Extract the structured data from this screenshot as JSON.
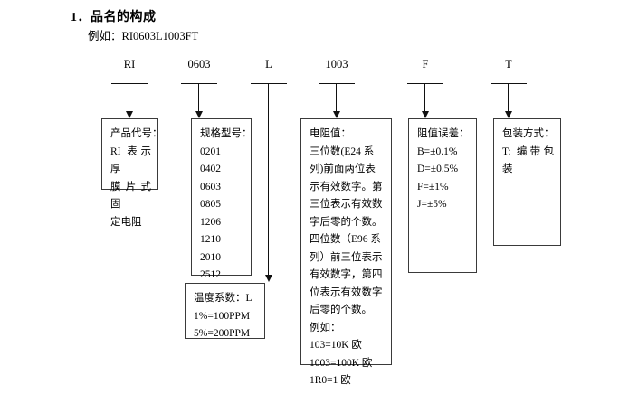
{
  "document": {
    "title": "1．品名的构成",
    "example_line": "例如：RI0603L1003FT"
  },
  "segments": [
    {
      "label": "RI",
      "name": "product-code"
    },
    {
      "label": "0603",
      "name": "size-code"
    },
    {
      "label": "L",
      "name": "temperature-coefficient-code"
    },
    {
      "label": "1003",
      "name": "resistance-value-code"
    },
    {
      "label": "F",
      "name": "tolerance-code"
    },
    {
      "label": "T",
      "name": "packaging-code"
    }
  ],
  "boxes": {
    "product_code": {
      "heading": "产品代号：",
      "lines": [
        "RI 表示厚",
        "膜片式固",
        "定电阻"
      ]
    },
    "size_code": {
      "heading": "规格型号：",
      "lines": [
        "0201",
        "0402",
        "0603",
        "0805",
        "1206",
        "1210",
        "2010",
        "2512"
      ]
    },
    "temperature_coefficient": {
      "heading": "温度系数：L",
      "lines": [
        "1%=100PPM",
        "5%=200PPM"
      ]
    },
    "resistance_value": {
      "heading": "电阻值：",
      "lines": [
        "三位数(E24 系",
        "列)前面两位表",
        "示有效数字。第",
        "三位表示有效数",
        "字后零的个数。",
        "四位数（E96 系",
        "列）前三位表示",
        "有效数字，第四",
        "位表示有效数字",
        "后零的个数。",
        "例如：",
        "103=10K 欧",
        "1003=100K 欧",
        "1R0=1 欧"
      ]
    },
    "tolerance": {
      "heading": "阻值误差：",
      "lines": [
        "B=±0.1%",
        "D=±0.5%",
        "F=±1%",
        "J=±5%"
      ]
    },
    "packaging": {
      "heading": "包装方式：",
      "lines": [
        "T: 编带包",
        "装"
      ]
    }
  }
}
